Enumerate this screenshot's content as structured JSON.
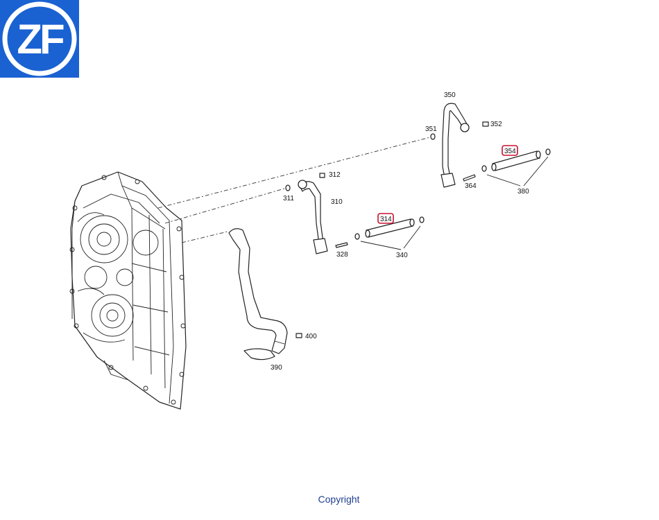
{
  "brand": {
    "logo_text": "ZF",
    "color": "#1a62d2"
  },
  "callouts": {
    "c310": "310",
    "c311": "311",
    "c312": "312",
    "c314": "314",
    "c328": "328",
    "c340": "340",
    "c350": "350",
    "c351": "351",
    "c352": "352",
    "c354": "354",
    "c364": "364",
    "c380": "380",
    "c390": "390",
    "c400": "400"
  },
  "highlighted_callouts": [
    "314",
    "354"
  ],
  "highlight_color": "#c8102e",
  "footer": {
    "copyright": "Copyright"
  }
}
